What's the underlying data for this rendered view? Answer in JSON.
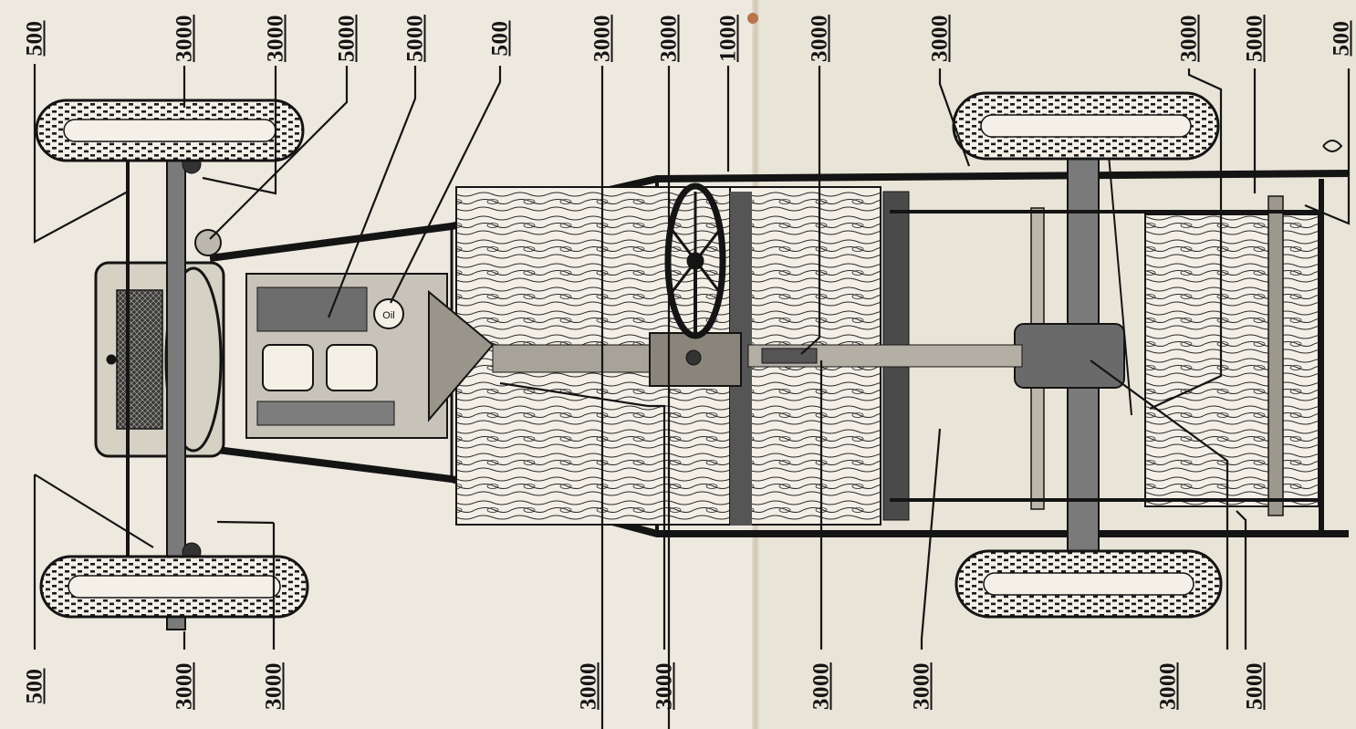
{
  "diagram": {
    "callouts": {
      "top": [
        "500",
        "3000",
        "3000",
        "5000",
        "5000",
        "500",
        "3000",
        "3000",
        "1000",
        "3000",
        "3000",
        "3000",
        "5000",
        "500"
      ],
      "bottom": [
        "500",
        "3000",
        "3000",
        "3000",
        "3000",
        "3000",
        "3000",
        "3000",
        "5000"
      ]
    },
    "oil_label": "Oil"
  },
  "colors": {
    "ink": "#141414",
    "paper": "#ece7dc"
  }
}
